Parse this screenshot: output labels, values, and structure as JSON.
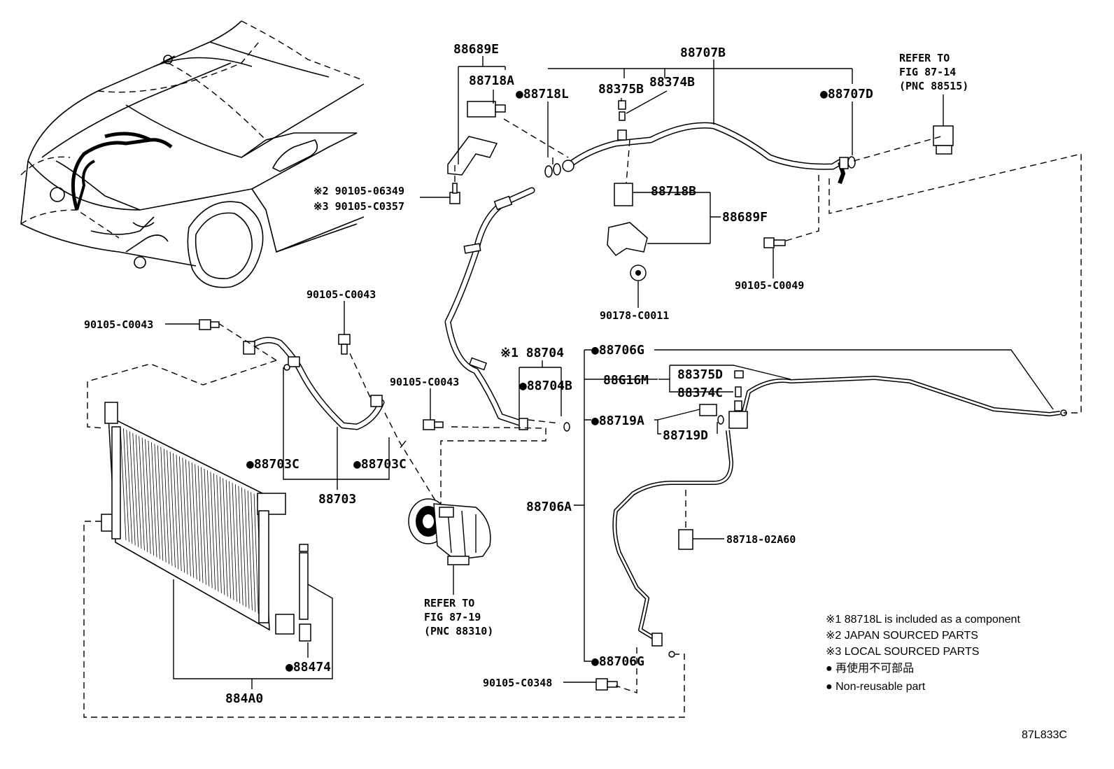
{
  "labels": {
    "p88689E": "88689E",
    "p88718A": "88718A",
    "p88718L": "●88718L",
    "p88707B": "88707B",
    "p88375B": "88375B",
    "p88374B": "88374B",
    "p88707D": "●88707D",
    "refer1_a": "REFER TO",
    "refer1_b": "FIG 87-14",
    "refer1_c": "(PNC 88515)",
    "p90105_06349": "※2 90105-06349",
    "p90105_C0357": "※3 90105-C0357",
    "p88718B": "88718B",
    "p88689F": "88689F",
    "p90105_C0049": "90105-C0049",
    "p90178_C0011": "90178-C0011",
    "p90105_C0043_a": "90105-C0043",
    "p90105_C0043_b": "90105-C0043",
    "p90105_C0043_c": "90105-C0043",
    "p88704": "※1 88704",
    "p88704B": "●88704B",
    "p88706G_top": "●88706G",
    "p88G16M": "88G16M",
    "p88375D": "88375D",
    "p88374C": "88374C",
    "p88719A": "●88719A",
    "p88719D": "88719D",
    "p88703C_left": "●88703C",
    "p88703C_right": "●88703C",
    "p88703": "88703",
    "p88706A": "88706A",
    "p88718_02A60": "88718-02A60",
    "refer2_a": "REFER TO",
    "refer2_b": "FIG 87-19",
    "refer2_c": "(PNC 88310)",
    "p88474": "●88474",
    "p884A0": "884A0",
    "p88706G_bottom": "●88706G",
    "p90105_C0348": "90105-C0348",
    "figure_code": "87L833C"
  },
  "notes": [
    "※1 88718L is included as a component",
    "※2 JAPAN SOURCED PARTS",
    "※3 LOCAL SOURCED PARTS",
    "● 再使用不可部品",
    "● Non-reusable part"
  ]
}
